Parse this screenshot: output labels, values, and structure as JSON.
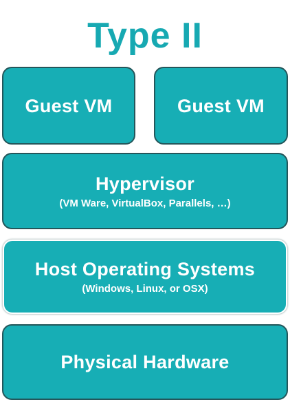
{
  "title": "Type II",
  "layers": {
    "guest_vm_left": {
      "label": "Guest VM"
    },
    "guest_vm_right": {
      "label": "Guest VM"
    },
    "hypervisor": {
      "label": "Hypervisor",
      "sub": "(VM Ware, VirtualBox, Parallels, …)"
    },
    "host_os": {
      "label": "Host Operating Systems",
      "sub": "(Windows, Linux, or OSX)"
    },
    "hardware": {
      "label": "Physical Hardware"
    }
  },
  "colors": {
    "title": "#17a9b2",
    "box_fill": "#17aeb5",
    "box_border": "#24565a",
    "text": "#ffffff"
  }
}
